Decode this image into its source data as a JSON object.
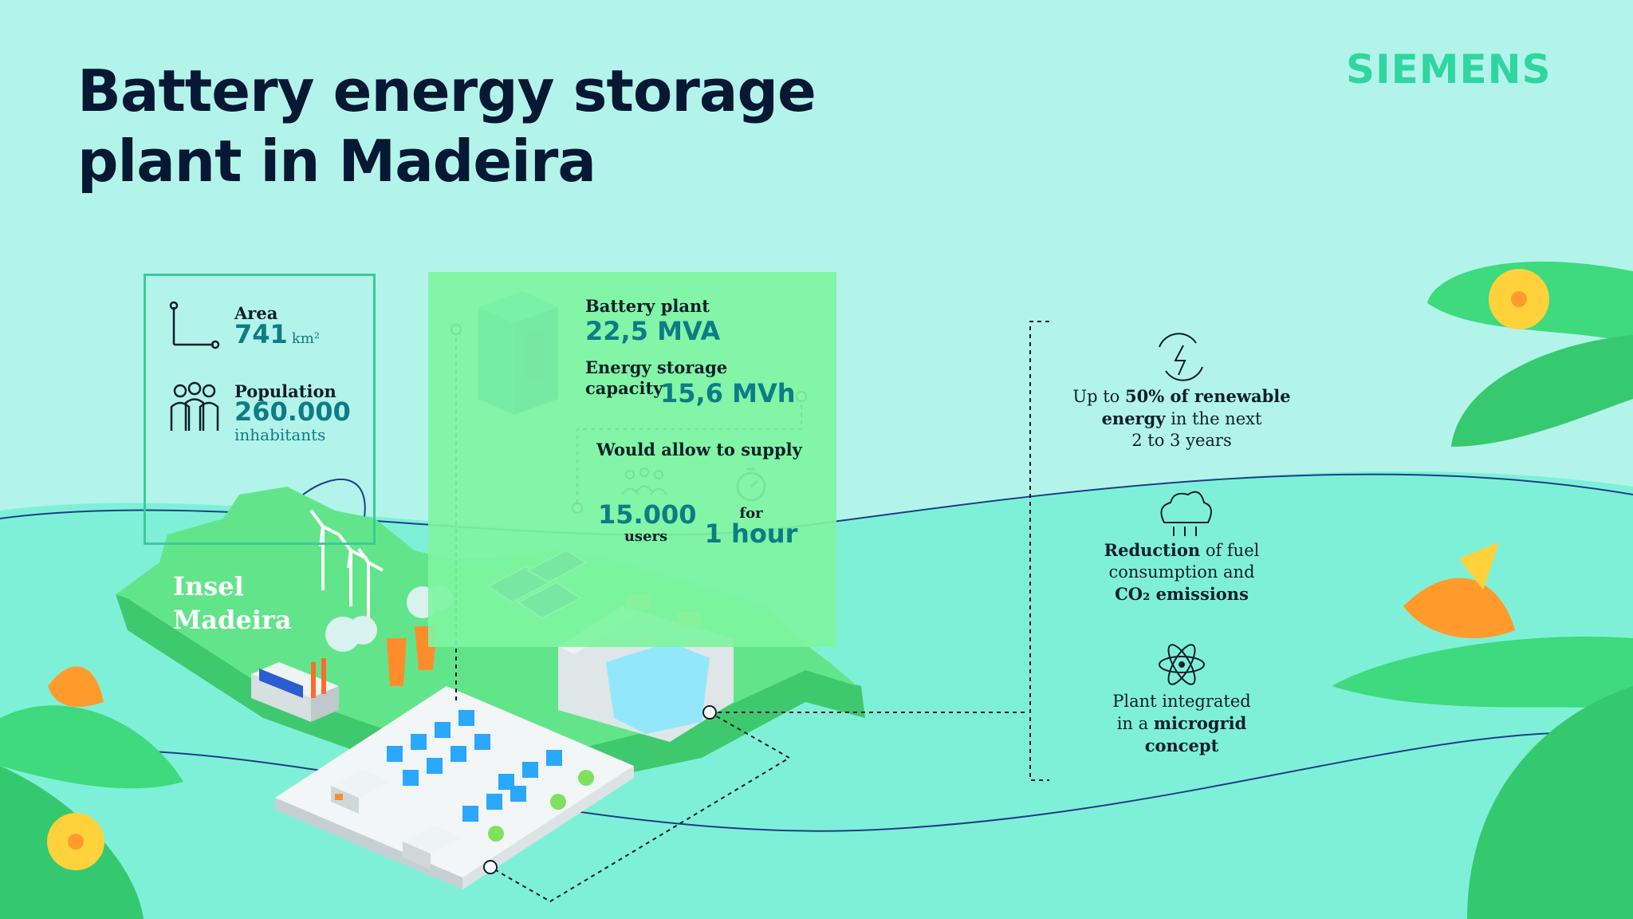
{
  "title": {
    "line1": "Battery energy storage",
    "line2": "plant in Madeira"
  },
  "brand": "SIEMENS",
  "island": {
    "area_label": "Area",
    "area_value": "741",
    "area_unit": "km²",
    "population_label": "Population",
    "population_value": "260.000",
    "population_unit": "inhabitants",
    "name_line1": "Insel",
    "name_line2": "Madeira"
  },
  "battery": {
    "plant_label": "Battery plant",
    "plant_value": "22,5 MVA",
    "storage_label_line1": "Energy storage",
    "storage_label_line2": "capacity",
    "storage_value": "15,6 MVh",
    "supply_label": "Would allow to supply",
    "users_value": "15.000",
    "users_label": "users",
    "duration_prefix": "for",
    "duration_value": "1 hour"
  },
  "benefits": [
    {
      "icon": "lightning-cycle-icon",
      "line1_pre": "Up to ",
      "line1_bold": "50% of renewable",
      "line2_bold": "energy",
      "line2_post": " in the next",
      "line3": "2 to 3 years"
    },
    {
      "icon": "co2-cloud-icon",
      "line1_bold": "Reduction",
      "line1_post": " of fuel",
      "line2": "consumption and",
      "line3_bold": "CO₂ emissions"
    },
    {
      "icon": "atom-icon",
      "line1": "Plant integrated",
      "line2_pre": "in a ",
      "line2_bold": "microgrid",
      "line3_bold": "concept"
    }
  ],
  "colors": {
    "background": "#b2f4ea",
    "brand": "#2fd6a0",
    "title": "#061833",
    "accent_teal": "#0e7c86",
    "panel_green": "#7ef4a0"
  }
}
